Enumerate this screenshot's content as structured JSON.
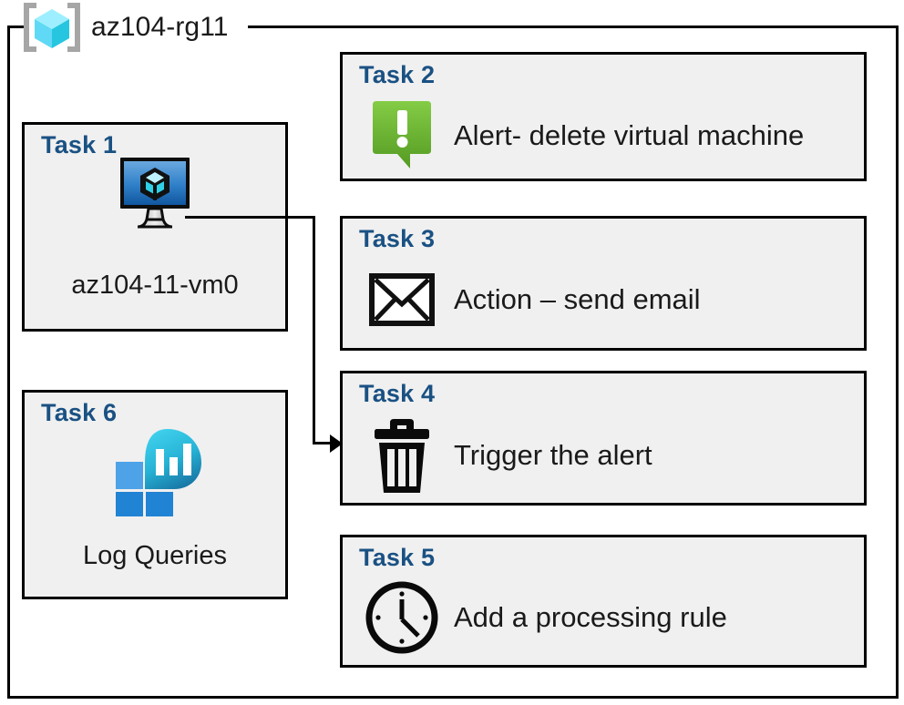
{
  "resource_group": {
    "name": "az104-rg11",
    "icon": "resource-group-cube-icon"
  },
  "colors": {
    "card_background": "#f0f0f0",
    "card_border": "#000000",
    "task_title": "#1a5183",
    "label_text": "#1a1a1a",
    "alert_green_light": "#7cc142",
    "alert_green_dark": "#569b22",
    "vm_screen_light": "#5b9bd5",
    "vm_screen_dark": "#15569f",
    "log_cyan": "#32c8e6",
    "log_teal": "#1d84ad",
    "log_square_light": "#4da2e8",
    "log_square_dark": "#2083d4",
    "rg_icon_cube": "#7fe0f5",
    "rg_icon_bracket": "#a6a6a6"
  },
  "tasks": {
    "task1": {
      "title": "Task 1",
      "label": "az104-11-vm0",
      "icon": "virtual-machine-icon"
    },
    "task2": {
      "title": "Task 2",
      "label": "Alert- delete virtual machine",
      "icon": "alert-exclamation-icon"
    },
    "task3": {
      "title": "Task 3",
      "label": "Action – send email",
      "icon": "envelope-icon"
    },
    "task4": {
      "title": "Task 4",
      "label": "Trigger the alert",
      "icon": "trash-can-icon"
    },
    "task5": {
      "title": "Task 5",
      "label": "Add a processing rule",
      "icon": "clock-icon"
    },
    "task6": {
      "title": "Task 6",
      "label": "Log Queries",
      "icon": "log-analytics-icon"
    }
  },
  "connector": {
    "from": "task1-virtual-machine-icon",
    "to": "task4",
    "arrow": "arrowhead-right"
  }
}
